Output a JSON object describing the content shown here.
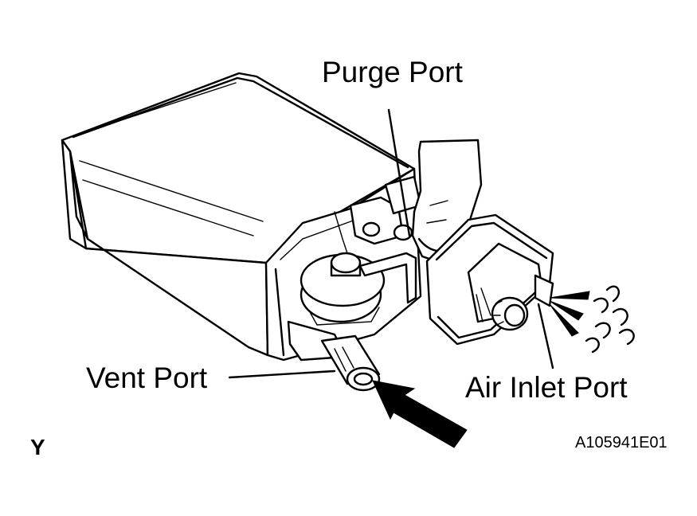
{
  "labels": {
    "purge_port": "Purge Port",
    "vent_port": "Vent Port",
    "air_inlet_port": "Air Inlet Port",
    "view_mark": "Y",
    "figure_id": "A105941E01"
  },
  "colors": {
    "line": "#000000",
    "background": "#ffffff"
  }
}
